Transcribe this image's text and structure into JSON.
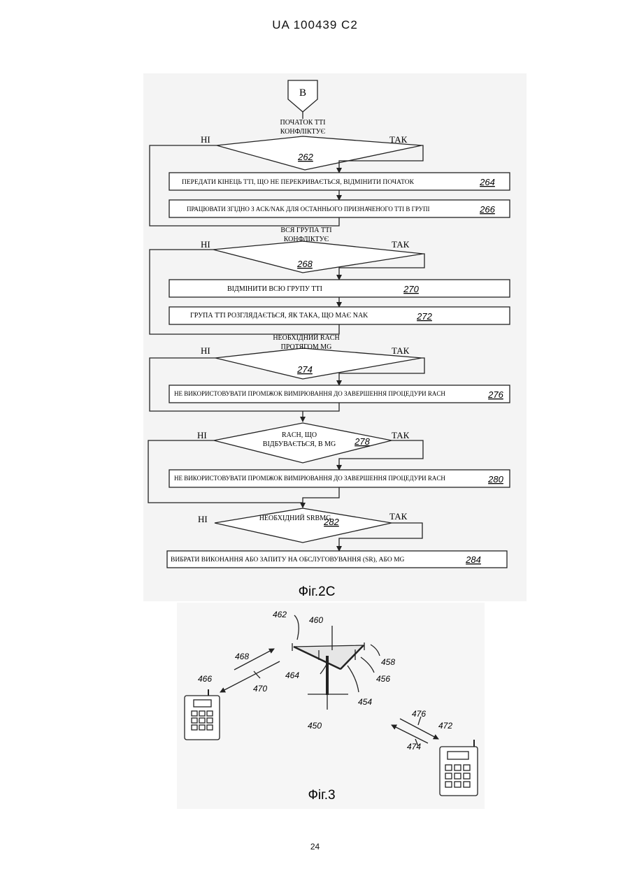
{
  "header": {
    "doc_number": "UA   100439   C2"
  },
  "footer": {
    "page_number": "24"
  },
  "flowchart": {
    "connector": "B",
    "decisions": [
      {
        "line1": "ПОЧАТОК ТТІ",
        "line2": "КОНФЛІКТУЄ",
        "ref": "262",
        "no": "НІ",
        "yes": "ТАК"
      },
      {
        "line1": "ВСЯ ГРУПА ТТІ",
        "line2": "КОНФЛІКТУЄ",
        "ref": "268",
        "no": "НІ",
        "yes": "ТАК"
      },
      {
        "line1": "НЕОБХІДНИЙ RACH",
        "line2": "ПРОТЯГОМ MG",
        "ref": "274",
        "no": "НІ",
        "yes": "ТАК"
      },
      {
        "line1": "RACH, ЩО",
        "line2": "ВІДБУВАЄТЬСЯ, В MG",
        "ref": "278",
        "no": "НІ",
        "yes": "ТАК"
      },
      {
        "line1": "НЕОБХІДНИЙ SRBMG",
        "ref": "282",
        "no": "НІ",
        "yes": "ТАК"
      }
    ],
    "boxes": [
      {
        "text": "ПЕРЕДАТИ КІНЕЦЬ ТТІ, ЩО НЕ ПЕРЕКРИВАЄТЬСЯ, ВІДМІНИТИ ПОЧАТОК",
        "ref": "264"
      },
      {
        "text": "ПРАЦЮВАТИ ЗГІДНО З ACK/NAK ДЛЯ ОСТАННЬОГО ПРИЗНАЧЕНОГО ТТІ В ГРУПІ",
        "ref": "266"
      },
      {
        "text": "ВІДМІНИТИ ВСЮ ГРУПУ ТТІ",
        "ref": "270"
      },
      {
        "text": "ГРУПА ТТІ РОЗГЛЯДАЄТЬСЯ, ЯК ТАКА, ЩО МАЄ NAK",
        "ref": "272"
      },
      {
        "text": "НЕ ВИКОРИСТОВУВАТИ ПРОМІЖОК ВИМІРЮВАННЯ ДО ЗАВЕРШЕННЯ ПРОЦЕДУРИ RACH",
        "ref": "276"
      },
      {
        "text": "НЕ ВИКОРИСТОВУВАТИ ПРОМІЖОК ВИМІРЮВАННЯ ДО ЗАВЕРШЕННЯ ПРОЦЕДУРИ RACH",
        "ref": "280"
      },
      {
        "text": "ВИБРАТИ ВИКОНАННЯ АБО ЗАПИТУ НА ОБСЛУГОВУВАННЯ (SR), АБО MG",
        "ref": "284"
      }
    ],
    "caption": "Фіг.2С"
  },
  "figure3": {
    "refs": {
      "r450": "450",
      "r454": "454",
      "r456": "456",
      "r458": "458",
      "r460": "460",
      "r462": "462",
      "r464": "464",
      "r466": "466",
      "r468": "468",
      "r470": "470",
      "r472": "472",
      "r474": "474",
      "r476": "476"
    },
    "caption": "Фіг.3"
  }
}
